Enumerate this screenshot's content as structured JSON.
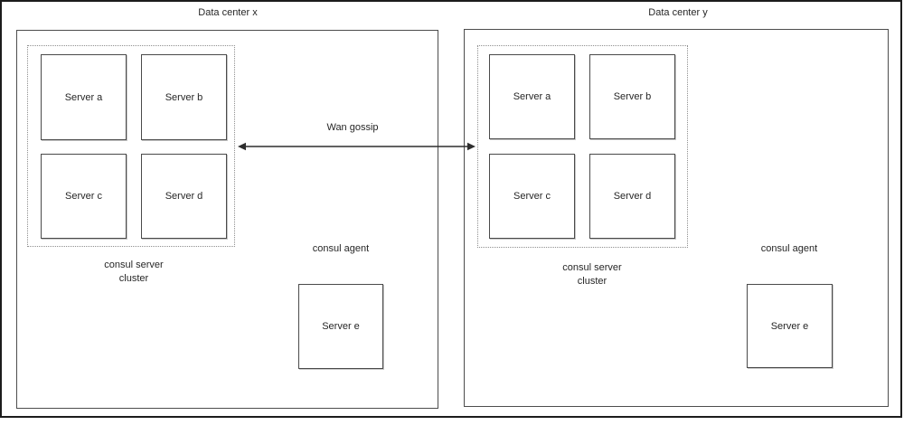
{
  "diagram": {
    "arrow_label": "Wan gossip",
    "datacenters": [
      {
        "id": "x",
        "title": "Data center x",
        "cluster": {
          "label_line1": "consul server",
          "label_line2": "cluster",
          "servers": [
            "Server a",
            "Server b",
            "Server c",
            "Server d"
          ]
        },
        "agent": {
          "label": "consul agent",
          "server": "Server e"
        }
      },
      {
        "id": "y",
        "title": "Data center y",
        "cluster": {
          "label_line1": "consul server",
          "label_line2": "cluster",
          "servers": [
            "Server a",
            "Server b",
            "Server c",
            "Server d"
          ]
        },
        "agent": {
          "label": "consul agent",
          "server": "Server e"
        }
      }
    ],
    "colors": {
      "background": "#ffffff",
      "frame_border": "#1c1c1c",
      "box_border": "#4a4a4a",
      "dashed_border": "#8f8f8f",
      "arrow": "#2e2e2e",
      "text": "#262626"
    }
  }
}
